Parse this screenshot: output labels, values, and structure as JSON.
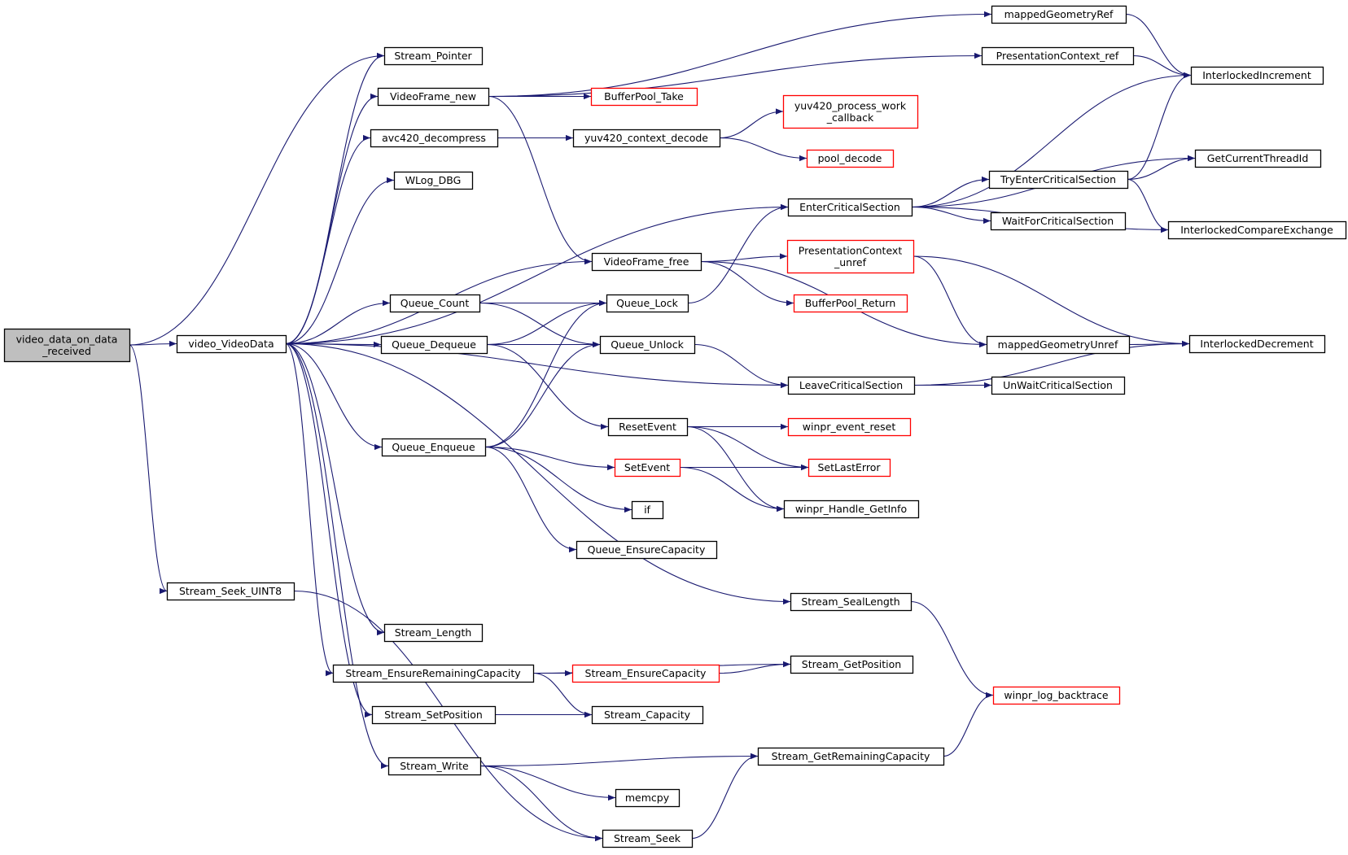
{
  "colors": {
    "edge": "#191970",
    "normal_border": "#000000",
    "truncated_border": "#ff0000",
    "root_fill": "#bfbfbf",
    "node_fill": "#ffffff"
  },
  "nodes": [
    {
      "id": "n_root",
      "lines": [
        "video_data_on_data",
        "_received"
      ],
      "kind": "root"
    },
    {
      "id": "n_vvd",
      "lines": [
        "video_VideoData"
      ],
      "kind": "normal"
    },
    {
      "id": "n_seek8",
      "lines": [
        "Stream_Seek_UINT8"
      ],
      "kind": "normal"
    },
    {
      "id": "n_sptr",
      "lines": [
        "Stream_Pointer"
      ],
      "kind": "normal"
    },
    {
      "id": "n_vfnew",
      "lines": [
        "VideoFrame_new"
      ],
      "kind": "normal"
    },
    {
      "id": "n_avc",
      "lines": [
        "avc420_decompress"
      ],
      "kind": "normal"
    },
    {
      "id": "n_wlog",
      "lines": [
        "WLog_DBG"
      ],
      "kind": "normal"
    },
    {
      "id": "n_qcount",
      "lines": [
        "Queue_Count"
      ],
      "kind": "normal"
    },
    {
      "id": "n_qdeq",
      "lines": [
        "Queue_Dequeue"
      ],
      "kind": "normal"
    },
    {
      "id": "n_qenq",
      "lines": [
        "Queue_Enqueue"
      ],
      "kind": "normal"
    },
    {
      "id": "n_slen",
      "lines": [
        "Stream_Length"
      ],
      "kind": "normal"
    },
    {
      "id": "n_serc",
      "lines": [
        "Stream_EnsureRemainingCapacity"
      ],
      "kind": "normal"
    },
    {
      "id": "n_ssetpos",
      "lines": [
        "Stream_SetPosition"
      ],
      "kind": "normal"
    },
    {
      "id": "n_swrite",
      "lines": [
        "Stream_Write"
      ],
      "kind": "normal"
    },
    {
      "id": "n_bptake",
      "lines": [
        "BufferPool_Take"
      ],
      "kind": "truncated"
    },
    {
      "id": "n_yuvdec",
      "lines": [
        "yuv420_context_decode"
      ],
      "kind": "normal"
    },
    {
      "id": "n_vffree",
      "lines": [
        "VideoFrame_free"
      ],
      "kind": "normal"
    },
    {
      "id": "n_qlock",
      "lines": [
        "Queue_Lock"
      ],
      "kind": "normal"
    },
    {
      "id": "n_qunlock",
      "lines": [
        "Queue_Unlock"
      ],
      "kind": "normal"
    },
    {
      "id": "n_resetev",
      "lines": [
        "ResetEvent"
      ],
      "kind": "normal"
    },
    {
      "id": "n_setev",
      "lines": [
        "SetEvent"
      ],
      "kind": "truncated"
    },
    {
      "id": "n_if",
      "lines": [
        "if"
      ],
      "kind": "normal"
    },
    {
      "id": "n_qensure",
      "lines": [
        "Queue_EnsureCapacity"
      ],
      "kind": "normal"
    },
    {
      "id": "n_sencap",
      "lines": [
        "Stream_EnsureCapacity"
      ],
      "kind": "truncated"
    },
    {
      "id": "n_scap",
      "lines": [
        "Stream_Capacity"
      ],
      "kind": "normal"
    },
    {
      "id": "n_memcpy",
      "lines": [
        "memcpy"
      ],
      "kind": "normal"
    },
    {
      "id": "n_sseek",
      "lines": [
        "Stream_Seek"
      ],
      "kind": "normal"
    },
    {
      "id": "n_yuvwork",
      "lines": [
        "yuv420_process_work",
        "_callback"
      ],
      "kind": "truncated"
    },
    {
      "id": "n_pooldec",
      "lines": [
        "pool_decode"
      ],
      "kind": "truncated"
    },
    {
      "id": "n_entercs",
      "lines": [
        "EnterCriticalSection"
      ],
      "kind": "normal"
    },
    {
      "id": "n_pcunref",
      "lines": [
        "PresentationContext",
        "_unref"
      ],
      "kind": "truncated"
    },
    {
      "id": "n_bpret",
      "lines": [
        "BufferPool_Return"
      ],
      "kind": "truncated"
    },
    {
      "id": "n_leavecs",
      "lines": [
        "LeaveCriticalSection"
      ],
      "kind": "normal"
    },
    {
      "id": "n_evreset",
      "lines": [
        "winpr_event_reset"
      ],
      "kind": "truncated"
    },
    {
      "id": "n_setlasterr",
      "lines": [
        "SetLastError"
      ],
      "kind": "truncated"
    },
    {
      "id": "n_hgetinfo",
      "lines": [
        "winpr_Handle_GetInfo"
      ],
      "kind": "normal"
    },
    {
      "id": "n_ssealen",
      "lines": [
        "Stream_SealLength"
      ],
      "kind": "normal"
    },
    {
      "id": "n_sgetpos",
      "lines": [
        "Stream_GetPosition"
      ],
      "kind": "normal"
    },
    {
      "id": "n_sgetrem",
      "lines": [
        "Stream_GetRemainingCapacity"
      ],
      "kind": "normal"
    },
    {
      "id": "n_mgref",
      "lines": [
        "mappedGeometryRef"
      ],
      "kind": "normal"
    },
    {
      "id": "n_pcref",
      "lines": [
        "PresentationContext_ref"
      ],
      "kind": "normal"
    },
    {
      "id": "n_trycs",
      "lines": [
        "TryEnterCriticalSection"
      ],
      "kind": "normal"
    },
    {
      "id": "n_waitcs",
      "lines": [
        "WaitForCriticalSection"
      ],
      "kind": "normal"
    },
    {
      "id": "n_mgunref",
      "lines": [
        "mappedGeometryUnref"
      ],
      "kind": "normal"
    },
    {
      "id": "n_unwaitcs",
      "lines": [
        "UnWaitCriticalSection"
      ],
      "kind": "normal"
    },
    {
      "id": "n_logbt",
      "lines": [
        "winpr_log_backtrace"
      ],
      "kind": "truncated"
    },
    {
      "id": "n_intinc",
      "lines": [
        "InterlockedIncrement"
      ],
      "kind": "normal"
    },
    {
      "id": "n_getthread",
      "lines": [
        "GetCurrentThreadId"
      ],
      "kind": "normal"
    },
    {
      "id": "n_intcmpx",
      "lines": [
        "InterlockedCompareExchange"
      ],
      "kind": "normal"
    },
    {
      "id": "n_intdec",
      "lines": [
        "InterlockedDecrement"
      ],
      "kind": "normal"
    }
  ],
  "edges": [
    [
      "n_root",
      "n_sptr"
    ],
    [
      "n_root",
      "n_vvd"
    ],
    [
      "n_root",
      "n_seek8"
    ],
    [
      "n_vvd",
      "n_sptr"
    ],
    [
      "n_vvd",
      "n_vfnew"
    ],
    [
      "n_vvd",
      "n_avc"
    ],
    [
      "n_vvd",
      "n_wlog"
    ],
    [
      "n_vvd",
      "n_entercs"
    ],
    [
      "n_vvd",
      "n_vffree"
    ],
    [
      "n_vvd",
      "n_qcount"
    ],
    [
      "n_vvd",
      "n_qdeq"
    ],
    [
      "n_vvd",
      "n_leavecs"
    ],
    [
      "n_vvd",
      "n_qenq"
    ],
    [
      "n_vvd",
      "n_ssealen"
    ],
    [
      "n_vvd",
      "n_slen"
    ],
    [
      "n_vvd",
      "n_serc"
    ],
    [
      "n_vvd",
      "n_ssetpos"
    ],
    [
      "n_vvd",
      "n_swrite"
    ],
    [
      "n_seek8",
      "n_sseek"
    ],
    [
      "n_vfnew",
      "n_mgref"
    ],
    [
      "n_vfnew",
      "n_pcref"
    ],
    [
      "n_vfnew",
      "n_bptake"
    ],
    [
      "n_vfnew",
      "n_vffree"
    ],
    [
      "n_avc",
      "n_yuvdec"
    ],
    [
      "n_yuvdec",
      "n_yuvwork"
    ],
    [
      "n_yuvdec",
      "n_pooldec"
    ],
    [
      "n_qcount",
      "n_qlock"
    ],
    [
      "n_qcount",
      "n_qunlock"
    ],
    [
      "n_qdeq",
      "n_qlock"
    ],
    [
      "n_qdeq",
      "n_qunlock"
    ],
    [
      "n_qdeq",
      "n_resetev"
    ],
    [
      "n_qenq",
      "n_qlock"
    ],
    [
      "n_qenq",
      "n_qunlock"
    ],
    [
      "n_qenq",
      "n_setev"
    ],
    [
      "n_qenq",
      "n_if"
    ],
    [
      "n_qenq",
      "n_qensure"
    ],
    [
      "n_serc",
      "n_sencap"
    ],
    [
      "n_serc",
      "n_sgetpos"
    ],
    [
      "n_serc",
      "n_scap"
    ],
    [
      "n_ssetpos",
      "n_scap"
    ],
    [
      "n_swrite",
      "n_sgetrem"
    ],
    [
      "n_swrite",
      "n_memcpy"
    ],
    [
      "n_swrite",
      "n_sseek"
    ],
    [
      "n_vffree",
      "n_pcunref"
    ],
    [
      "n_vffree",
      "n_bpret"
    ],
    [
      "n_vffree",
      "n_mgunref"
    ],
    [
      "n_qlock",
      "n_entercs"
    ],
    [
      "n_qunlock",
      "n_leavecs"
    ],
    [
      "n_resetev",
      "n_evreset"
    ],
    [
      "n_resetev",
      "n_setlasterr"
    ],
    [
      "n_resetev",
      "n_hgetinfo"
    ],
    [
      "n_setev",
      "n_setlasterr"
    ],
    [
      "n_setev",
      "n_hgetinfo"
    ],
    [
      "n_sencap",
      "n_sgetpos"
    ],
    [
      "n_sseek",
      "n_sgetrem"
    ],
    [
      "n_entercs",
      "n_intinc"
    ],
    [
      "n_entercs",
      "n_getthread"
    ],
    [
      "n_entercs",
      "n_trycs"
    ],
    [
      "n_entercs",
      "n_waitcs"
    ],
    [
      "n_entercs",
      "n_intcmpx"
    ],
    [
      "n_trycs",
      "n_intinc"
    ],
    [
      "n_trycs",
      "n_getthread"
    ],
    [
      "n_trycs",
      "n_intcmpx"
    ],
    [
      "n_pcunref",
      "n_mgunref"
    ],
    [
      "n_pcunref",
      "n_intdec"
    ],
    [
      "n_leavecs",
      "n_unwaitcs"
    ],
    [
      "n_leavecs",
      "n_intdec"
    ],
    [
      "n_mgref",
      "n_intinc"
    ],
    [
      "n_pcref",
      "n_intinc"
    ],
    [
      "n_mgunref",
      "n_intdec"
    ],
    [
      "n_ssealen",
      "n_logbt"
    ],
    [
      "n_sgetrem",
      "n_logbt"
    ]
  ]
}
